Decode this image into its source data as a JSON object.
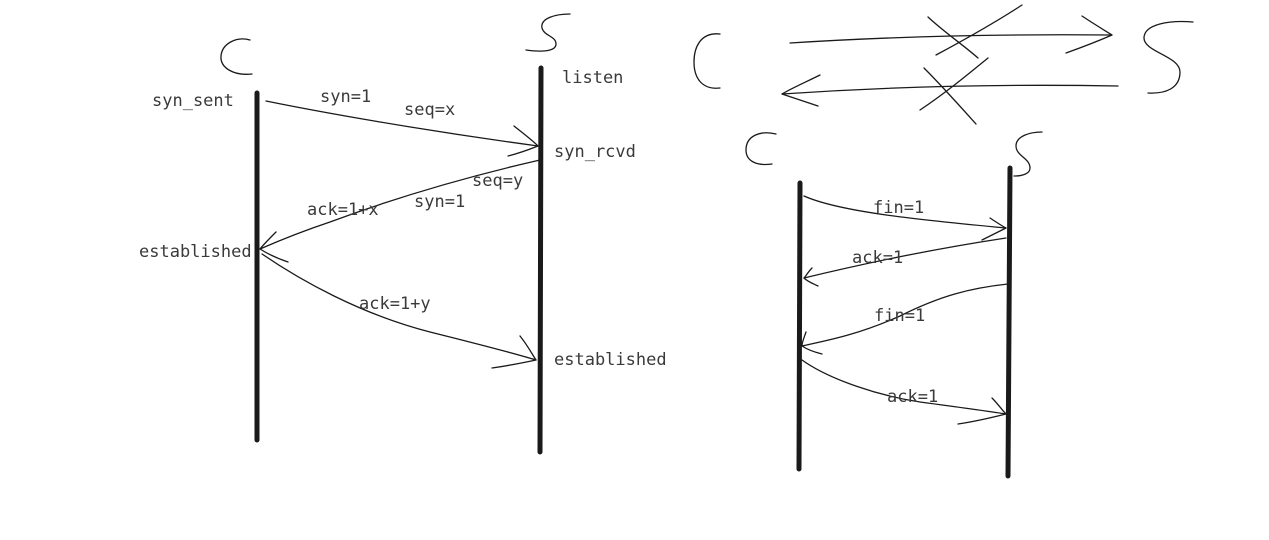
{
  "handshake": {
    "client_letter": "C",
    "server_letter": "S",
    "states": {
      "syn_sent": "syn_sent",
      "listen": "listen",
      "syn_rcvd": "syn_rcvd",
      "client_established": "established",
      "server_established": "established"
    },
    "messages": {
      "syn": "syn=1",
      "seq_x": "seq=x",
      "seq_y": "seq=y",
      "ack_1x": "ack=1+x",
      "syn_reply": "syn=1",
      "ack_1y": "ack=1+y"
    }
  },
  "crossed_sketch": {
    "client_letter": "C",
    "server_letter": "S"
  },
  "teardown": {
    "client_letter": "C",
    "server_letter": "S",
    "messages": {
      "fin_client": "fin=1",
      "ack_server": "ack=1",
      "fin_server": "fin=1",
      "ack_client": "ack=1"
    }
  }
}
